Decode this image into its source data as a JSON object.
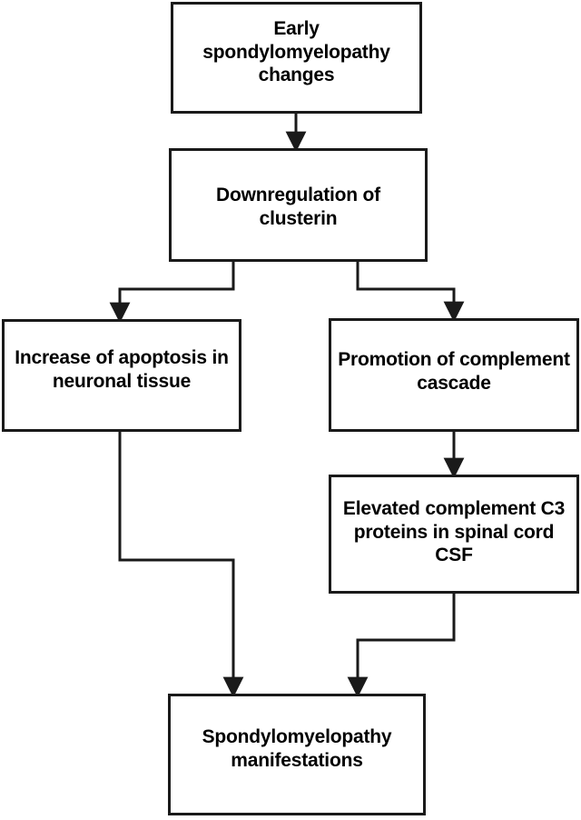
{
  "diagram": {
    "title": "Spondylomyelopathy clusterin pathway flowchart",
    "orientation": "top-to-bottom",
    "stroke_color": "#1a1a1a",
    "fill_color": "#ffffff",
    "text_color": "#000000"
  },
  "nodes": {
    "early": {
      "label": "Early spondylomyelopathy\nchanges",
      "shape": "rectangle"
    },
    "downregulation": {
      "label": "Downregulation of clusterin",
      "shape": "rectangle"
    },
    "apoptosis": {
      "label": "Increase of apoptosis in\nneuronal tissue",
      "shape": "rectangle"
    },
    "complement": {
      "label": "Promotion of complement\ncascade",
      "shape": "rectangle"
    },
    "c3proteins": {
      "label": "Elevated complement C3\nproteins in spinal cord CSF",
      "shape": "rectangle"
    },
    "manifestations": {
      "label": "Spondylomyelopathy\nmanifestations",
      "shape": "rectangle"
    }
  },
  "edges": [
    {
      "id": "edge-early-to-downregulation",
      "from": "early",
      "to": "downregulation",
      "style": "straight-arrow"
    },
    {
      "id": "edge-downregulation-to-apoptosis",
      "from": "downregulation",
      "to": "apoptosis",
      "style": "elbow-arrow-left"
    },
    {
      "id": "edge-downregulation-to-complement",
      "from": "downregulation",
      "to": "complement",
      "style": "elbow-arrow-right"
    },
    {
      "id": "edge-complement-to-c3proteins",
      "from": "complement",
      "to": "c3proteins",
      "style": "straight-arrow"
    },
    {
      "id": "edge-apoptosis-to-manifestations",
      "from": "apoptosis",
      "to": "manifestations",
      "style": "elbow-arrow"
    },
    {
      "id": "edge-c3proteins-to-manifestations",
      "from": "c3proteins",
      "to": "manifestations",
      "style": "elbow-arrow"
    }
  ]
}
